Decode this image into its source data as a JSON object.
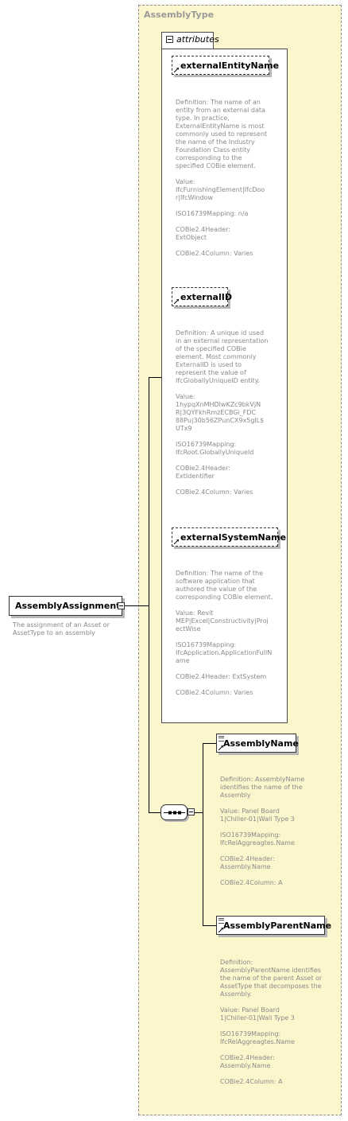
{
  "root": {
    "name": "AssemblyAssignment",
    "doc": "The assignment of an Asset or\nAssetType to an assembly"
  },
  "type": {
    "name": "AssemblyType",
    "attributes_label": "attributes"
  },
  "attributes": [
    {
      "name": "externalEntityName",
      "doc": "Definition:  The name of an\nentity from an external data\ntype.  In practice,\nExternalEntityName is most\ncommonly used to represent\nthe name of the Industry\nFoundation Class entity\ncorresponding to the\nspecified COBie element.\n\nValue:\nIfcFurnishingElement|IfcDoo\nr|IfcWindow\n\nISO16739Mapping:  n/a\n\nCOBie2.4Header:\nExtObject\n\nCOBie2.4Column:  Varies"
    },
    {
      "name": "externalID",
      "doc": "Definition:  A unique id used\nin an external representation\nof the specified COBie\nelement. Most commonly\nExternalID is used to\nrepresent the value of\nIfcGloballyUniqueID entity.\n\nValue:\n1hypqXnMHDlwKZc9bkVjN\nR|3QYFkhRmzECBGi_FDC\n88Pu|30b56ZPunCX9x5gIL$\nUTx9\n\nISO16739Mapping:\nIfcRoot.GloballyUniqueId\n\nCOBie2.4Header:\nExtIdentifier\n\nCOBie2.4Column:  Varies"
    },
    {
      "name": "externalSystemName",
      "doc": "Definition:  The name of the\nsoftware application that\nauthored the value of the\ncorresponding COBie element.\n\nValue:  Revit\nMEP|Excel|Constructivity|Proj\nectWise\n\nISO16739Mapping:\nIfcApplication.ApplicationFullN\name\n\nCOBie2.4Header:  ExtSystem\n\nCOBie2.4Column:  Varies"
    }
  ],
  "elements": [
    {
      "name": "AssemblyName",
      "doc": "Definition:  AssemblyName\nidentifies the name of the\nAssembly\n\nValue:  Panel Board\n1|Chiller-01|Wall Type 3\n\nISO16739Mapping:\nIfcRelAggreagtes.Name\n\nCOBie2.4Header:\nAssembly.Name\n\nCOBie2.4Column:  A"
    },
    {
      "name": "AssemblyParentName",
      "doc": "Definition:\nAssemblyParentName identifies\nthe name of the parent Asset or\nAssetType that decomposes the\nAssembly.\n\nValue:  Panel Board\n1|Chiller-01|Wall Type 3\n\nISO16739Mapping:\nIfcRelAggreagtes.Name\n\nCOBie2.4Header:\nAssembly.Name\n\nCOBie2.4Column:  A"
    }
  ],
  "colors": {
    "type_background": "#fcf6cc",
    "doc_text": "#8a8a8a",
    "type_title": "#9a9a9a"
  }
}
